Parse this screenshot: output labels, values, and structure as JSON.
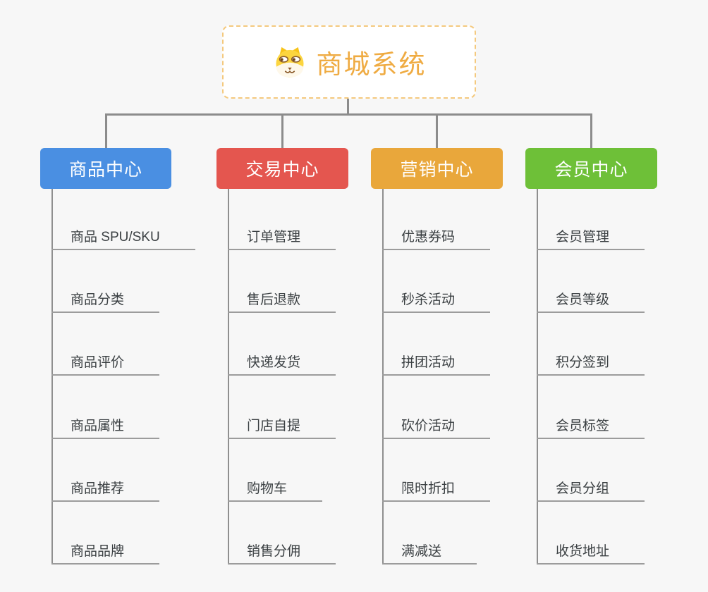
{
  "root": {
    "title": "商城系统",
    "icon": "dog-icon"
  },
  "branches": [
    {
      "id": "product-center",
      "label": "商品中心",
      "color": "#4A8FE2",
      "items": [
        "商品 SPU/SKU",
        "商品分类",
        "商品评价",
        "商品属性",
        "商品推荐",
        "商品品牌"
      ]
    },
    {
      "id": "trade-center",
      "label": "交易中心",
      "color": "#E4564F",
      "items": [
        "订单管理",
        "售后退款",
        "快递发货",
        "门店自提",
        "购物车",
        "销售分佣"
      ]
    },
    {
      "id": "marketing-center",
      "label": "营销中心",
      "color": "#E9A73B",
      "items": [
        "优惠券码",
        "秒杀活动",
        "拼团活动",
        "砍价活动",
        "限时折扣",
        "满减送"
      ]
    },
    {
      "id": "member-center",
      "label": "会员中心",
      "color": "#6EC038",
      "items": [
        "会员管理",
        "会员等级",
        "积分签到",
        "会员标签",
        "会员分组",
        "收货地址"
      ]
    }
  ],
  "colors": {
    "background": "#F7F7F7",
    "connector": "#8C8C8C",
    "leaf_underline": "#9C9C9C",
    "leaf_text": "#3A3F42",
    "root_text": "#EFAB42",
    "root_border": "#F4C97E"
  }
}
